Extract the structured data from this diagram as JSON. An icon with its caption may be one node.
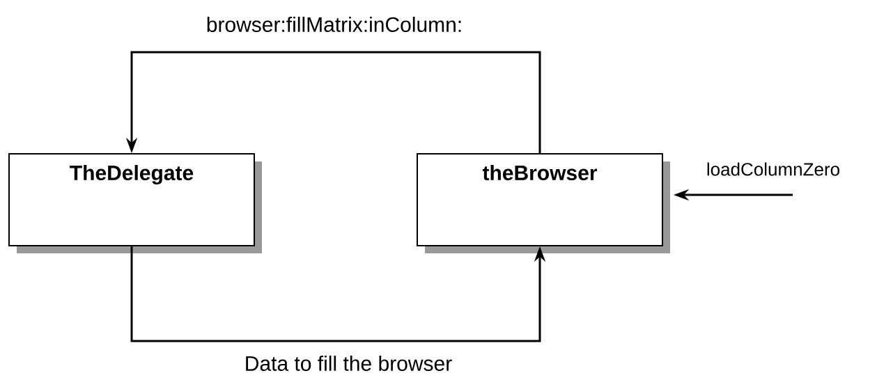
{
  "diagram": {
    "nodes": [
      {
        "text": [
          "TheDelegate"
        ]
      },
      {
        "text": [
          "theBrowser"
        ]
      }
    ],
    "edges": [
      {
        "from": 1,
        "to": 0,
        "arrow": "to",
        "label": "browser:fillMatrix:inColumn:"
      },
      {
        "from": 0,
        "to": 1,
        "arrow": "to",
        "label": "Data to fill the browser"
      },
      {
        "from": null,
        "to": 1,
        "arrow": "to",
        "label": "loadColumnZero"
      }
    ]
  }
}
